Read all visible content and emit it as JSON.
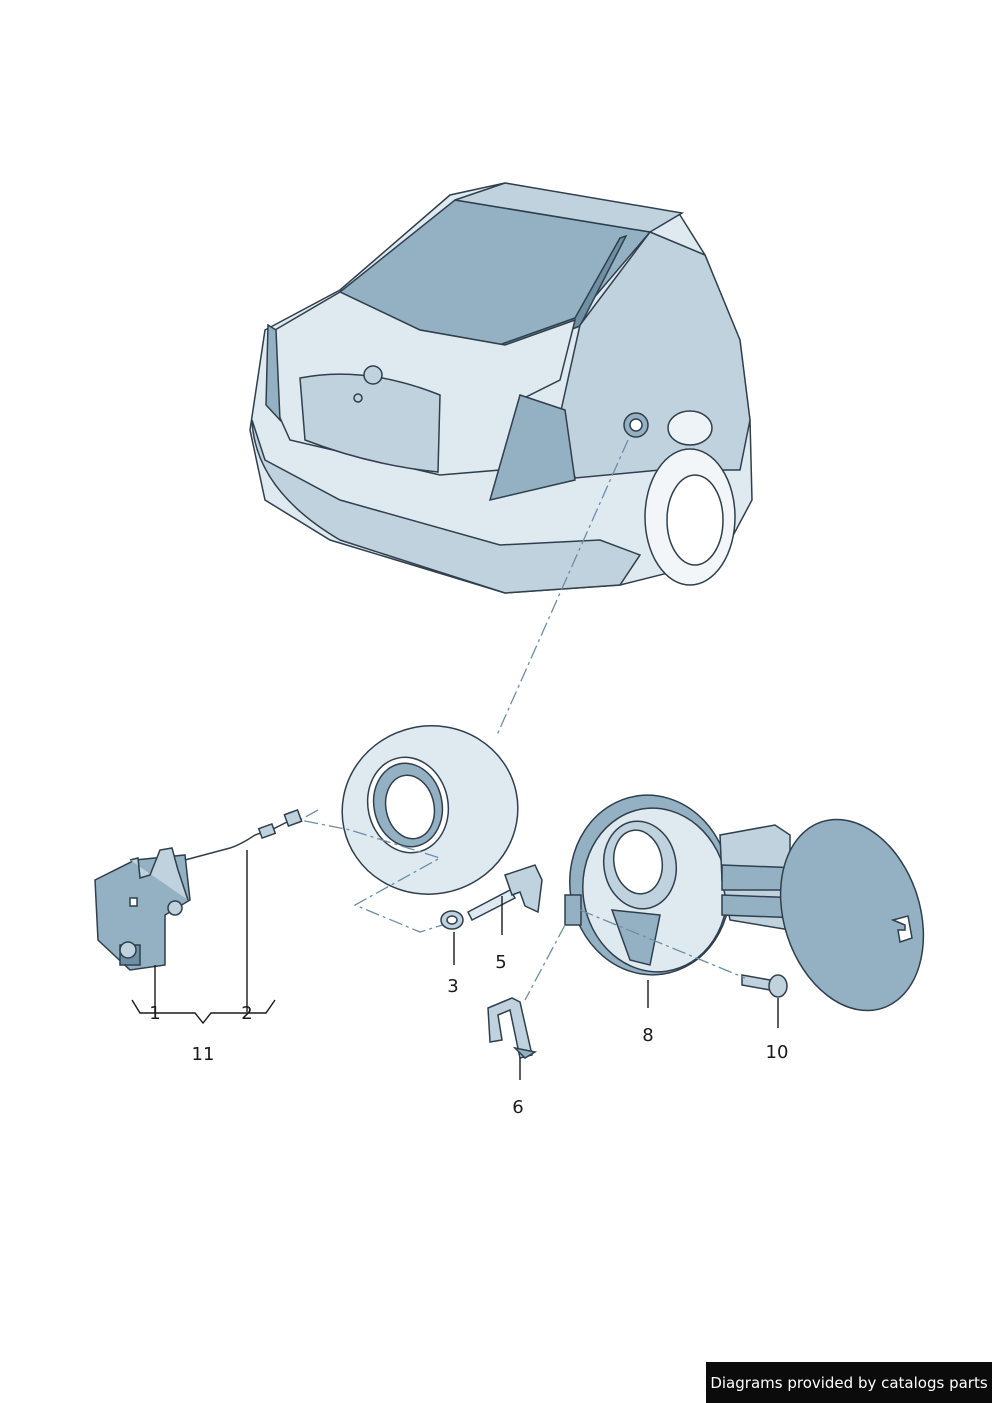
{
  "callouts": [
    {
      "id": "1",
      "label": "1"
    },
    {
      "id": "2",
      "label": "2"
    },
    {
      "id": "3",
      "label": "3"
    },
    {
      "id": "5",
      "label": "5"
    },
    {
      "id": "6",
      "label": "6"
    },
    {
      "id": "8",
      "label": "8"
    },
    {
      "id": "10",
      "label": "10"
    },
    {
      "id": "11",
      "label": "11"
    }
  ],
  "credit": "Diagrams provided by catalogs parts",
  "colors": {
    "line": "#2f3f4c",
    "fill_light": "#dfe9f0",
    "fill_mid": "#bfd2de",
    "fill_dark": "#94b1c3",
    "dash": "#6d8ea6"
  }
}
